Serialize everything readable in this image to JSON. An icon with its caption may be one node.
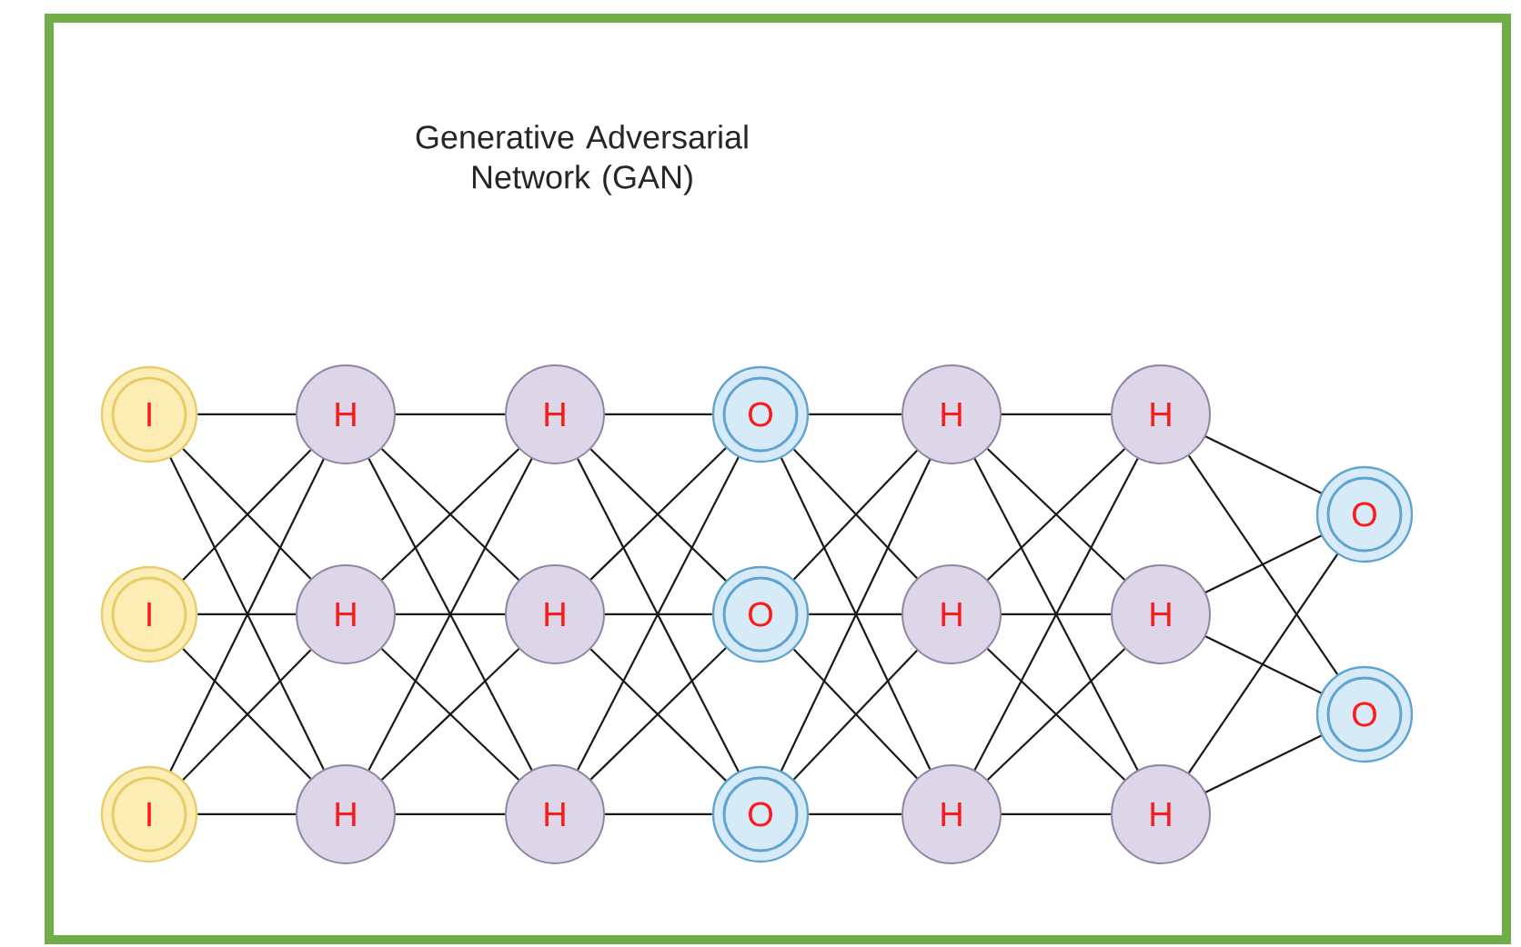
{
  "diagram": {
    "title": "Generative Adversarial Network (GAN)",
    "nodes": [
      {
        "text": [
          "I"
        ]
      },
      {
        "text": [
          "I"
        ]
      },
      {
        "text": [
          "I"
        ]
      },
      {
        "text": [
          "H"
        ]
      },
      {
        "text": [
          "H"
        ]
      },
      {
        "text": [
          "H"
        ]
      },
      {
        "text": [
          "H"
        ]
      },
      {
        "text": [
          "H"
        ]
      },
      {
        "text": [
          "H"
        ]
      },
      {
        "text": [
          "O"
        ]
      },
      {
        "text": [
          "O"
        ]
      },
      {
        "text": [
          "O"
        ]
      },
      {
        "text": [
          "H"
        ]
      },
      {
        "text": [
          "H"
        ]
      },
      {
        "text": [
          "H"
        ]
      },
      {
        "text": [
          "H"
        ]
      },
      {
        "text": [
          "H"
        ]
      },
      {
        "text": [
          "H"
        ]
      },
      {
        "text": [
          "O"
        ]
      },
      {
        "text": [
          "O"
        ]
      }
    ],
    "edges": [
      {
        "from": 0,
        "to": 3,
        "arrow": "none"
      },
      {
        "from": 0,
        "to": 4,
        "arrow": "none"
      },
      {
        "from": 0,
        "to": 5,
        "arrow": "none"
      },
      {
        "from": 1,
        "to": 3,
        "arrow": "none"
      },
      {
        "from": 1,
        "to": 4,
        "arrow": "none"
      },
      {
        "from": 1,
        "to": 5,
        "arrow": "none"
      },
      {
        "from": 2,
        "to": 3,
        "arrow": "none"
      },
      {
        "from": 2,
        "to": 4,
        "arrow": "none"
      },
      {
        "from": 2,
        "to": 5,
        "arrow": "none"
      },
      {
        "from": 3,
        "to": 6,
        "arrow": "none"
      },
      {
        "from": 3,
        "to": 7,
        "arrow": "none"
      },
      {
        "from": 3,
        "to": 8,
        "arrow": "none"
      },
      {
        "from": 4,
        "to": 6,
        "arrow": "none"
      },
      {
        "from": 4,
        "to": 7,
        "arrow": "none"
      },
      {
        "from": 4,
        "to": 8,
        "arrow": "none"
      },
      {
        "from": 5,
        "to": 6,
        "arrow": "none"
      },
      {
        "from": 5,
        "to": 7,
        "arrow": "none"
      },
      {
        "from": 5,
        "to": 8,
        "arrow": "none"
      },
      {
        "from": 6,
        "to": 9,
        "arrow": "none"
      },
      {
        "from": 6,
        "to": 10,
        "arrow": "none"
      },
      {
        "from": 6,
        "to": 11,
        "arrow": "none"
      },
      {
        "from": 7,
        "to": 9,
        "arrow": "none"
      },
      {
        "from": 7,
        "to": 10,
        "arrow": "none"
      },
      {
        "from": 7,
        "to": 11,
        "arrow": "none"
      },
      {
        "from": 8,
        "to": 9,
        "arrow": "none"
      },
      {
        "from": 8,
        "to": 10,
        "arrow": "none"
      },
      {
        "from": 8,
        "to": 11,
        "arrow": "none"
      },
      {
        "from": 9,
        "to": 12,
        "arrow": "none"
      },
      {
        "from": 9,
        "to": 13,
        "arrow": "none"
      },
      {
        "from": 9,
        "to": 14,
        "arrow": "none"
      },
      {
        "from": 10,
        "to": 12,
        "arrow": "none"
      },
      {
        "from": 10,
        "to": 13,
        "arrow": "none"
      },
      {
        "from": 10,
        "to": 14,
        "arrow": "none"
      },
      {
        "from": 11,
        "to": 12,
        "arrow": "none"
      },
      {
        "from": 11,
        "to": 13,
        "arrow": "none"
      },
      {
        "from": 11,
        "to": 14,
        "arrow": "none"
      },
      {
        "from": 12,
        "to": 15,
        "arrow": "none"
      },
      {
        "from": 12,
        "to": 16,
        "arrow": "none"
      },
      {
        "from": 12,
        "to": 17,
        "arrow": "none"
      },
      {
        "from": 13,
        "to": 15,
        "arrow": "none"
      },
      {
        "from": 13,
        "to": 16,
        "arrow": "none"
      },
      {
        "from": 13,
        "to": 17,
        "arrow": "none"
      },
      {
        "from": 14,
        "to": 15,
        "arrow": "none"
      },
      {
        "from": 14,
        "to": 16,
        "arrow": "none"
      },
      {
        "from": 14,
        "to": 17,
        "arrow": "none"
      },
      {
        "from": 15,
        "to": 18,
        "arrow": "none"
      },
      {
        "from": 15,
        "to": 19,
        "arrow": "none"
      },
      {
        "from": 16,
        "to": 18,
        "arrow": "none"
      },
      {
        "from": 16,
        "to": 19,
        "arrow": "none"
      },
      {
        "from": 17,
        "to": 18,
        "arrow": "none"
      },
      {
        "from": 17,
        "to": 19,
        "arrow": "none"
      }
    ]
  }
}
